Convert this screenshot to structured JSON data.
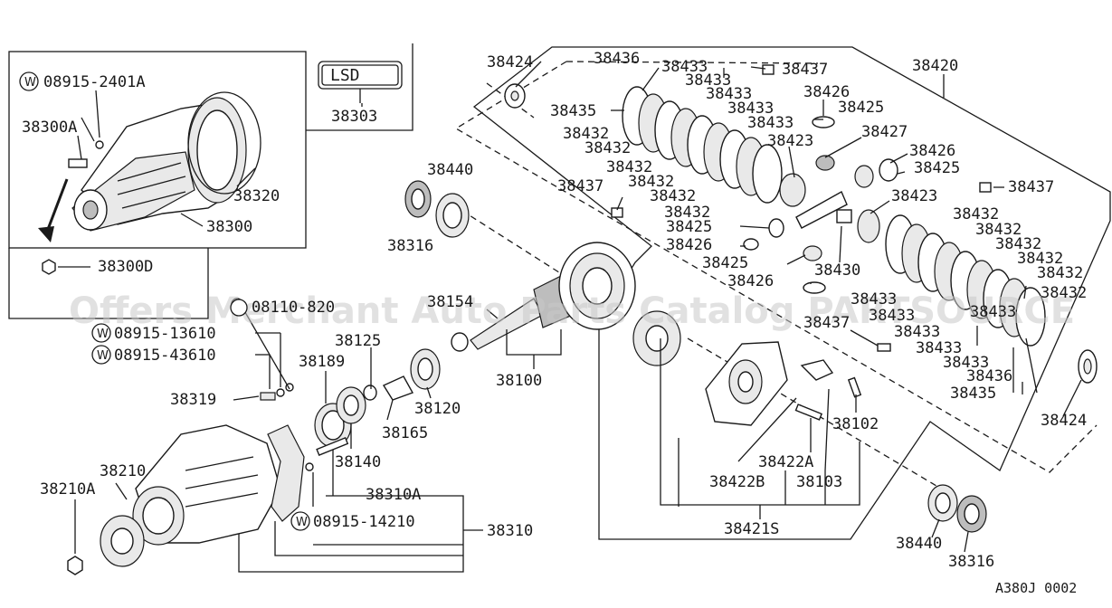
{
  "labels": {
    "l38424a": "38424",
    "l38436a": "38436",
    "l38433a": "38433",
    "l38433b": "38433",
    "l38433c": "38433",
    "l38433d": "38433",
    "l38433e": "38433",
    "l38437a": "38437",
    "l38420": "38420",
    "l38435a": "38435",
    "l38426a": "38426",
    "l38425a": "38425",
    "l38432a": "38432",
    "l38432b": "38432",
    "l38432c": "38432",
    "l38432d": "38432",
    "l38432e": "38432",
    "l38432f": "38432",
    "l38423a": "38423",
    "l38427": "38427",
    "l38426b": "38426",
    "l38425b": "38425",
    "l38437b": "38437",
    "l38440a": "38440",
    "l38437c": "38437",
    "l38316a": "38316",
    "l38425c": "38425",
    "l38426c": "38426",
    "l38423b": "38423",
    "l38432g": "38432",
    "l38432h": "38432",
    "l38432i": "38432",
    "l38432j": "38432",
    "l38432k": "38432",
    "l38432l": "38432",
    "l38425d": "38425",
    "l38430": "38430",
    "l38426d": "38426",
    "l38433f": "38433",
    "l38433g": "38433",
    "l38433h": "38433",
    "l38433i": "38433",
    "l38433j": "38433",
    "l38433k": "38433",
    "l38437d": "38437",
    "l38436b": "38436",
    "l38435b": "38435",
    "l38424b": "38424",
    "l38303": "38303",
    "lsd": "LSD",
    "w08915_2401A": "08915-2401A",
    "l38300A": "38300A",
    "l38320": "38320",
    "l38300": "38300",
    "l38300D": "38300D",
    "w08110_8201": "08110-820",
    "w08915_13610": "08915-13610",
    "w08915_43610": "08915-43610",
    "l38319": "38319",
    "l38154": "38154",
    "l38125": "38125",
    "l38189": "38189",
    "l38120": "38120",
    "l38165": "38165",
    "l38100": "38100",
    "l38140": "38140",
    "l38210": "38210",
    "l38210A": "38210A",
    "l38310A": "38310A",
    "w08915_14210": "08915-14210",
    "l38310": "38310",
    "l38102": "38102",
    "l38422A": "38422A",
    "l38422B": "38422B",
    "l38103": "38103",
    "l38421S": "38421S",
    "l38440b": "38440",
    "l38316b": "38316",
    "code": "A380J 0002"
  },
  "washer_mark": "W",
  "watermark": "Offers Merchant Auto Parts Catalog PARTSOURCE"
}
